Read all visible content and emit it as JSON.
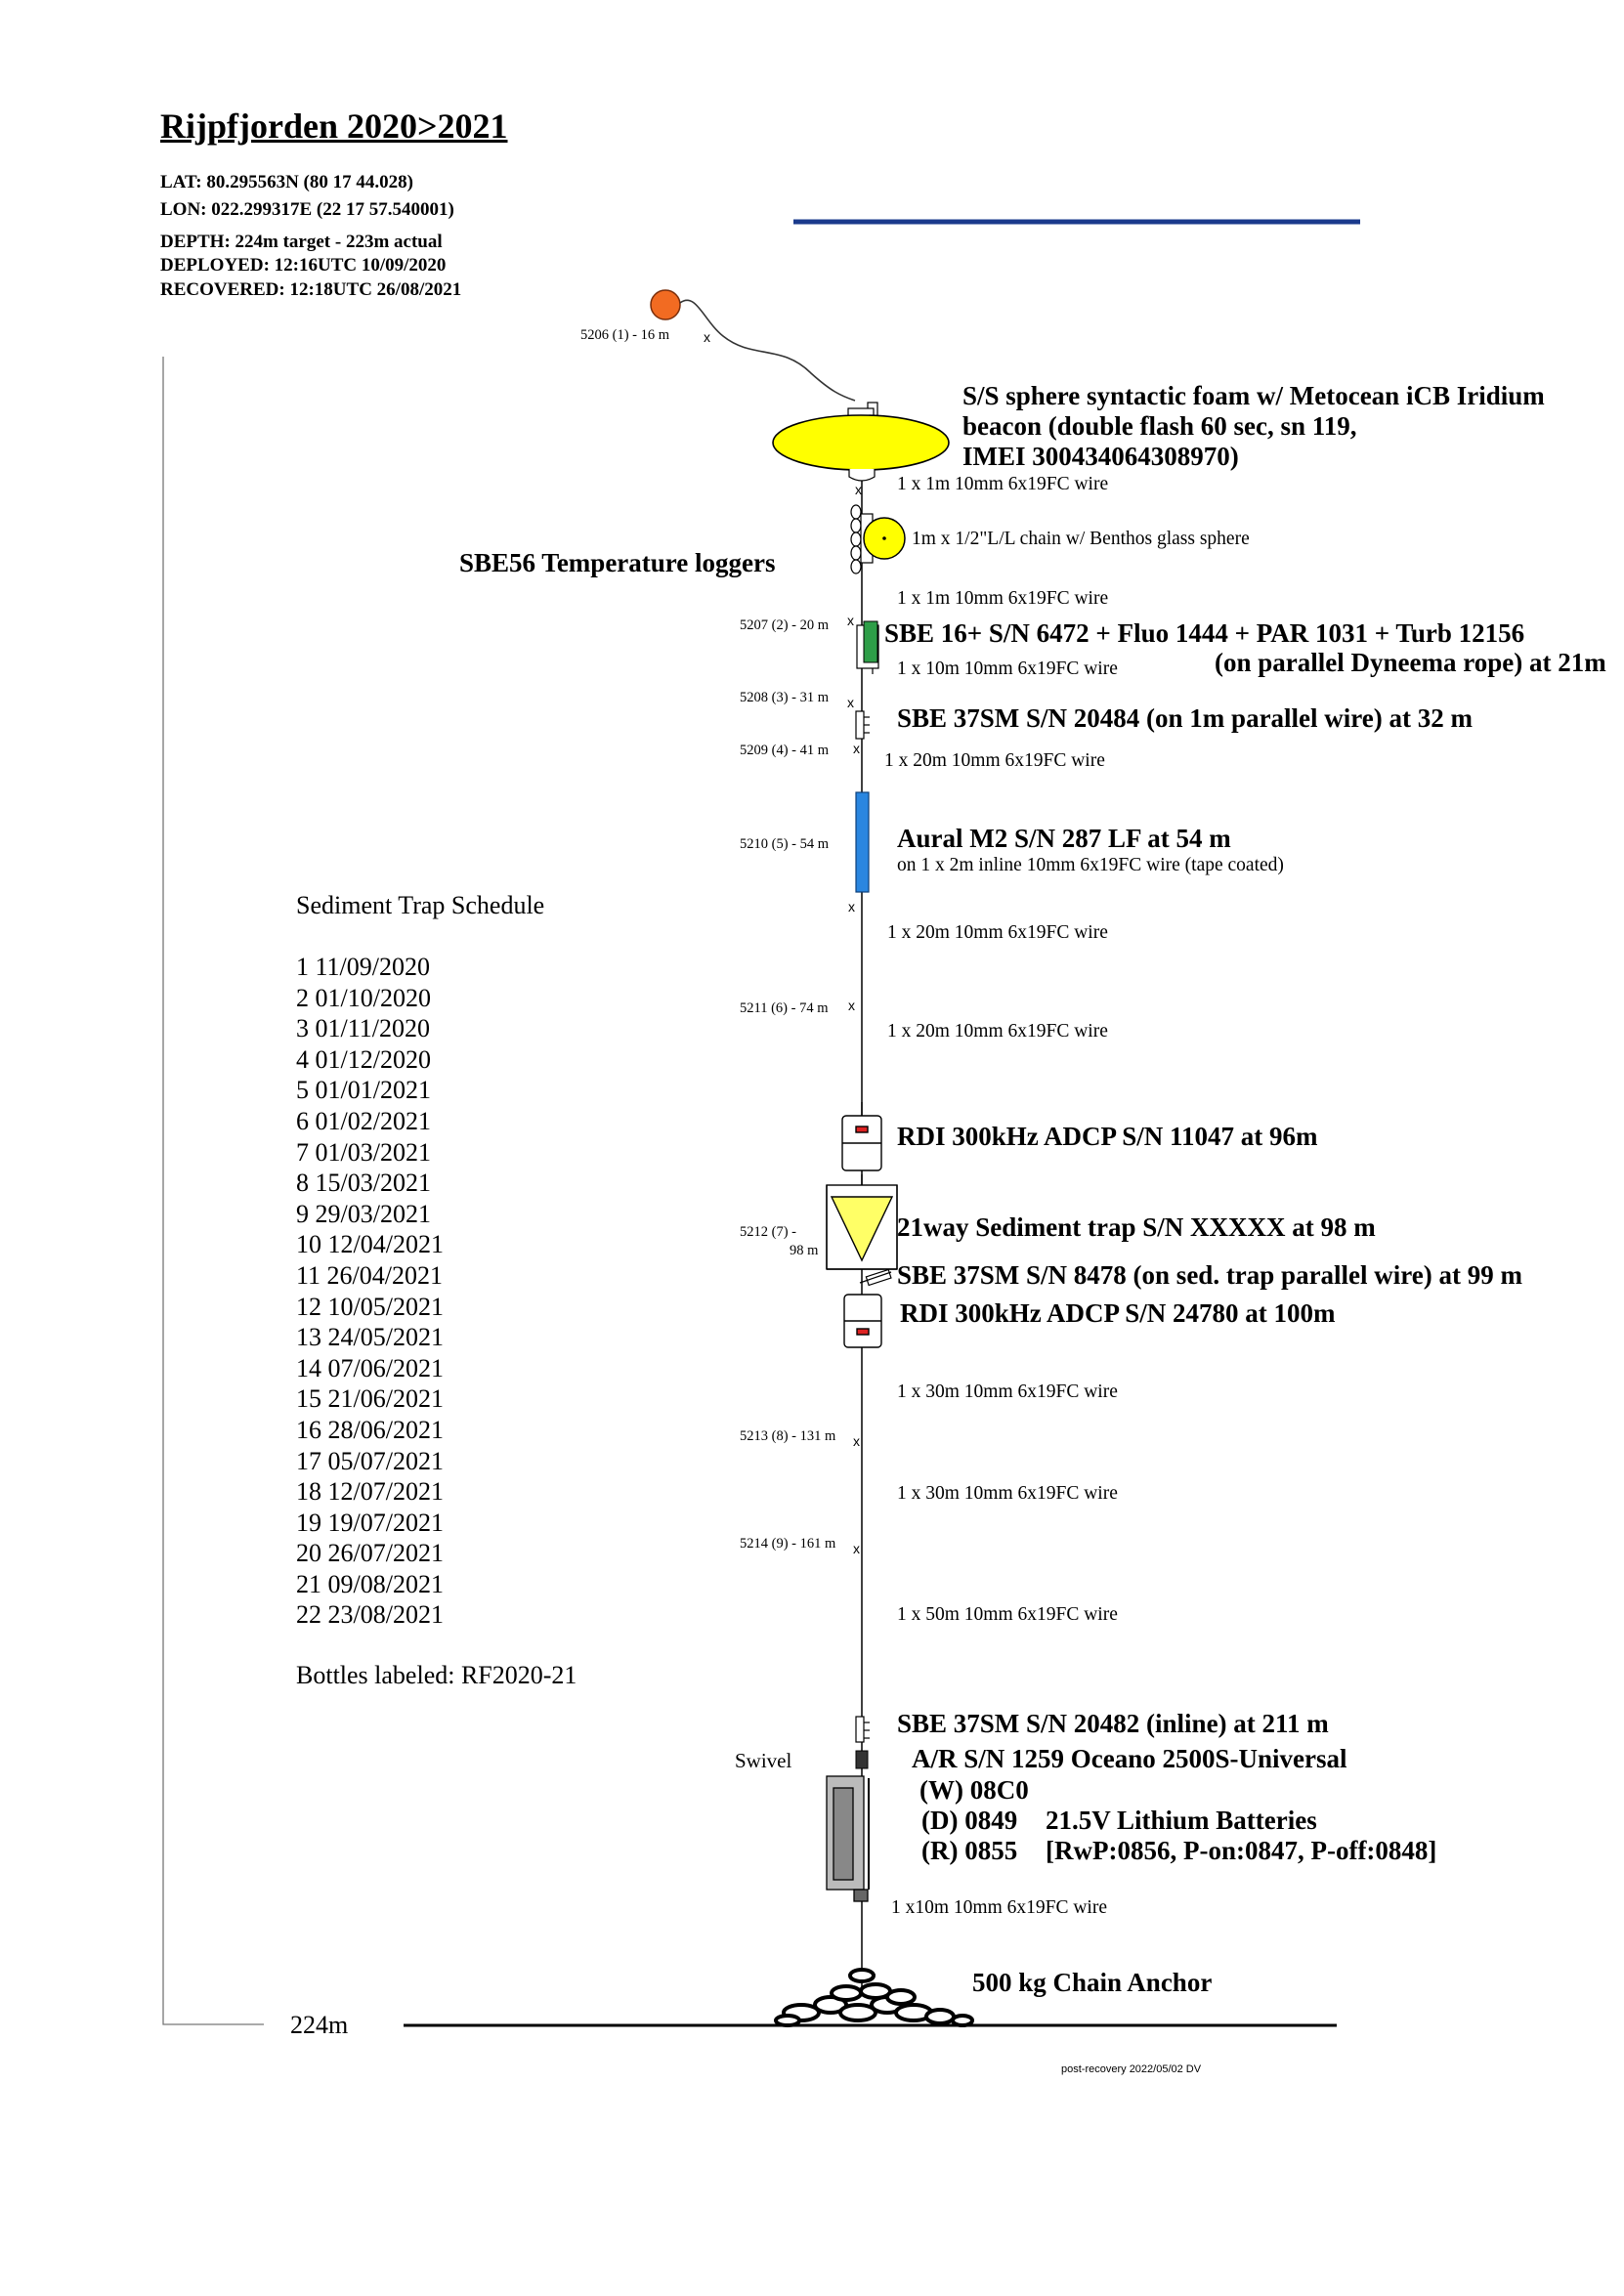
{
  "title": "Rijpfjorden 2020>2021",
  "header": {
    "lat": "LAT:  80.295563N (80 17 44.028)",
    "lon": "LON:  022.299317E (22 17 57.540001)",
    "depth": "DEPTH:  224m target - 223m actual",
    "deployed": "DEPLOYED:     12:16UTC 10/09/2020",
    "recovered": "RECOVERED: 12:18UTC 26/08/2021"
  },
  "depth_markers": {
    "m1": "5206 (1) - 16 m",
    "m2": "5207 (2) - 20 m",
    "m3": "5208 (3) - 31 m",
    "m4": "5209 (4) - 41 m",
    "m5": "5210 (5) - 54 m",
    "m6": "5211 (6) - 74 m",
    "m7a": "5212 (7) -",
    "m7b": "98 m",
    "m8": "5213 (8) - 131 m",
    "m9": "5214 (9) - 161 m"
  },
  "labels": {
    "sphere_1": "S/S sphere syntactic foam w/ Metocean iCB Iridium",
    "sphere_2": "beacon (double flash 60 sec, sn 119,",
    "sphere_3": "IMEI 300434064308970)",
    "sbe56": "SBE56 Temperature loggers",
    "sbe16": "SBE 16+ S/N 6472 + Fluo 1444 + PAR 1031 + Turb 12156",
    "dyneema": "(on parallel Dyneema rope) at 21m",
    "sbe37_20484": "SBE 37SM S/N 20484 (on 1m parallel wire) at 32 m",
    "aural": "Aural M2 S/N 287 LF at 54 m",
    "aural_wire": "on 1 x 2m inline 10mm 6x19FC wire (tape coated)",
    "adcp_11047": "RDI 300kHz ADCP S/N 11047 at 96m",
    "trap": "21way Sediment trap S/N XXXXX at 98 m",
    "sbe37_8478": "SBE 37SM S/N 8478 (on sed. trap parallel wire) at 99 m",
    "adcp_24780": "RDI 300kHz ADCP S/N 24780 at 100m",
    "sbe37_20482": "SBE 37SM S/N 20482 (inline) at 211 m",
    "swivel": "Swivel",
    "ar_1": "A/R S/N 1259 Oceano 2500S-Universal",
    "ar_2": "(W) 08C0",
    "ar_3": "(D) 0849",
    "ar_3b": "21.5V Lithium Batteries",
    "ar_4": "(R) 0855",
    "ar_4b": "[RwP:0856, P-on:0847, P-off:0848]",
    "anchor": "500 kg Chain Anchor",
    "bottom_depth": "224m"
  },
  "wires": {
    "w1": "1 x 1m 10mm 6x19FC wire",
    "chain": "1m x 1/2\"L/L chain w/ Benthos glass sphere",
    "w2": "1 x 1m 10mm 6x19FC wire",
    "w3": "1 x 10m 10mm 6x19FC wire",
    "w4": "1 x 20m 10mm 6x19FC wire",
    "w5": "1 x 20m 10mm 6x19FC wire",
    "w6": "1 x 20m 10mm 6x19FC wire",
    "w7": "1 x 30m 10mm 6x19FC wire",
    "w8": "1 x 30m 10mm 6x19FC wire",
    "w9": "1 x 50m 10mm 6x19FC wire",
    "w10": "1 x10m 10mm 6x19FC wire"
  },
  "schedule": {
    "title": "Sediment Trap Schedule",
    "rows": [
      "1    11/09/2020",
      "2    01/10/2020",
      "3    01/11/2020",
      "4    01/12/2020",
      "5    01/01/2021",
      "6    01/02/2021",
      "7    01/03/2021",
      "8    15/03/2021",
      "9    29/03/2021",
      "10  12/04/2021",
      "11  26/04/2021",
      "12  10/05/2021",
      "13  24/05/2021",
      "14  07/06/2021",
      "15  21/06/2021",
      "16  28/06/2021",
      "17  05/07/2021",
      "18  12/07/2021",
      "19  19/07/2021",
      "20  26/07/2021",
      "21  09/08/2021",
      "22  23/08/2021"
    ],
    "bottles": "Bottles labeled: RF2020-21"
  },
  "credit": "post-recovery 2022/05/02 DV",
  "colors": {
    "buoy": "#f26b22",
    "sphere": "#ffff00",
    "sbe16": "#2e9e48",
    "aural": "#2a86e0",
    "navy_line": "#1a3a8c",
    "trap": "#ffff66"
  }
}
